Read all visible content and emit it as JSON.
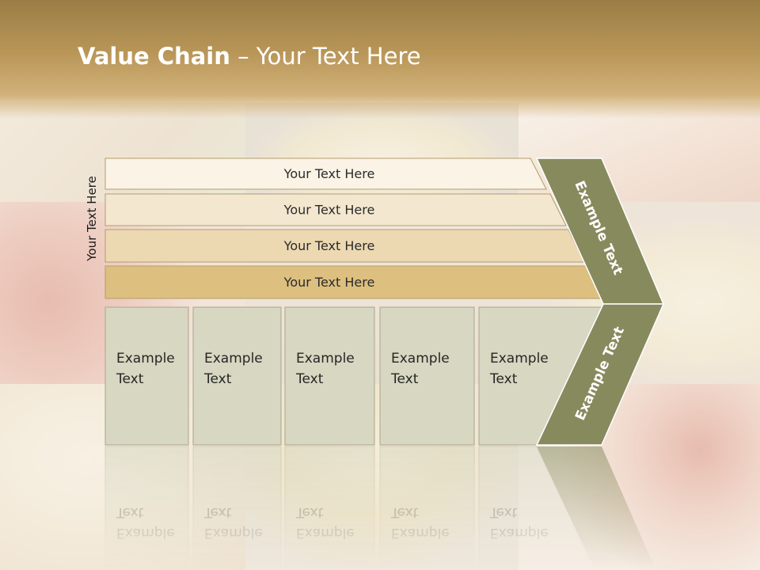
{
  "slide": {
    "title_bold": "Value Chain",
    "title_rest": " – Your Text Here",
    "side_label": "Your Text Here"
  },
  "bars": [
    {
      "label": "Your Text Here",
      "fill": "#faf3e6"
    },
    {
      "label": "Your Text Here",
      "fill": "#f3e7cf"
    },
    {
      "label": "Your Text Here",
      "fill": "#ecd9b2"
    },
    {
      "label": "Your Text Here",
      "fill": "#ddbf7f"
    }
  ],
  "boxes": [
    {
      "line1": "Example",
      "line2": "Text"
    },
    {
      "line1": "Example",
      "line2": "Text"
    },
    {
      "line1": "Example",
      "line2": "Text"
    },
    {
      "line1": "Example",
      "line2": "Text"
    },
    {
      "line1": "Example",
      "line2": "Text"
    }
  ],
  "chevron": {
    "upper_label": "Example Text",
    "lower_label": "Example Text",
    "fill": "#878a5d"
  },
  "colors": {
    "box_fill": "#d7d7c2",
    "header": "#b99658"
  }
}
